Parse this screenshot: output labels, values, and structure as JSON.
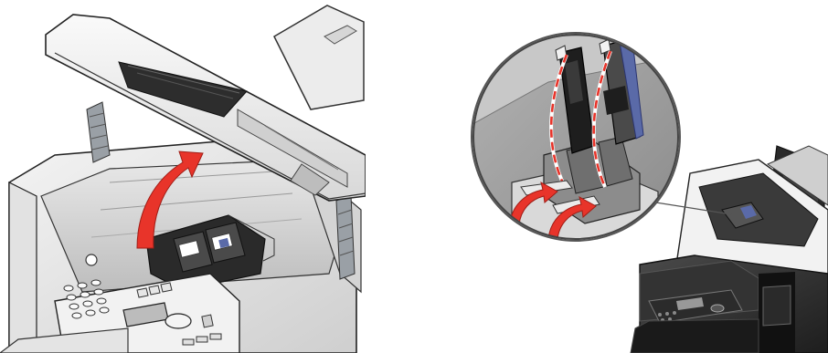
{
  "figure": {
    "panels": [
      {
        "id": "left",
        "content": "printer-open-scanner-unit-lifted",
        "arrow": "lift-arrow"
      },
      {
        "id": "right",
        "content": "printer-with-zoom-callout-cartridge-latches",
        "arrows": [
          "lift-arrow",
          "lift-arrow"
        ]
      }
    ],
    "colors": {
      "arrow": "#e8342a",
      "printer_body": "#eeeeee",
      "outline": "#222222",
      "callout_bg": "#9a9a9a",
      "dark_panel": "#3a3a3a",
      "cartridge_blue": "#5a6aa8"
    }
  }
}
